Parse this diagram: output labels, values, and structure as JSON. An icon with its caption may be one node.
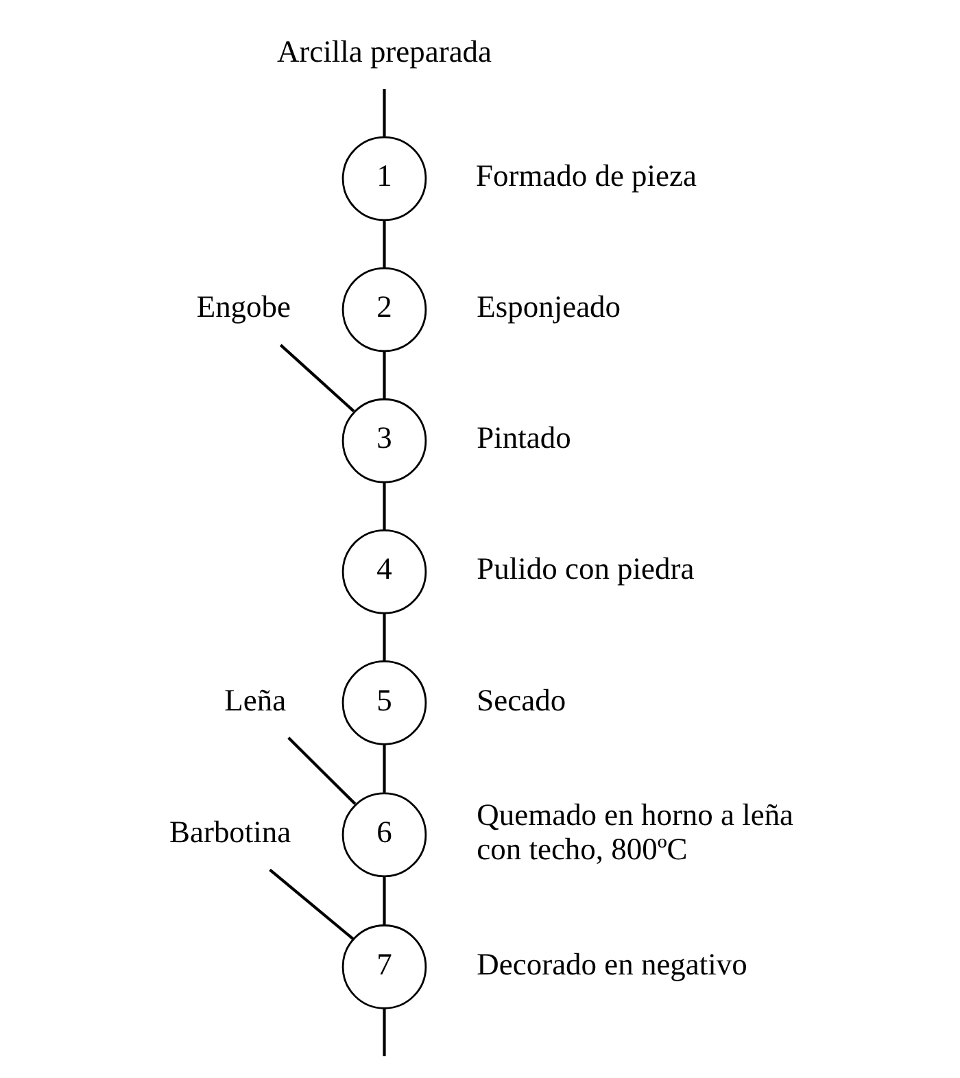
{
  "diagram": {
    "nodes": [
      {
        "text": [
          "Arcilla preparada"
        ]
      },
      {
        "text": [
          "1"
        ],
        "beside": [
          "Formado de pieza"
        ]
      },
      {
        "text": [
          "2"
        ],
        "beside": [
          "Esponjeado"
        ]
      },
      {
        "text": [
          "Engobe"
        ]
      },
      {
        "text": [
          "3"
        ],
        "beside": [
          "Pintado"
        ]
      },
      {
        "text": [
          "4"
        ],
        "beside": [
          "Pulido con piedra"
        ]
      },
      {
        "text": [
          "5"
        ],
        "beside": [
          "Secado"
        ]
      },
      {
        "text": [
          "Leña"
        ]
      },
      {
        "text": [
          "6"
        ],
        "beside": [
          "Quemado en horno a leña con techo, 800ºC"
        ]
      },
      {
        "text": [
          "Barbotina"
        ]
      },
      {
        "text": [
          "7"
        ],
        "beside": [
          "Decorado en negativo"
        ]
      }
    ],
    "edges": [
      {
        "from": 0,
        "to": 1,
        "arrow": "none"
      },
      {
        "from": 1,
        "to": 2,
        "arrow": "none"
      },
      {
        "from": 2,
        "to": 4,
        "arrow": "none"
      },
      {
        "from": 3,
        "to": 4,
        "arrow": "none"
      },
      {
        "from": 4,
        "to": 5,
        "arrow": "none"
      },
      {
        "from": 5,
        "to": 6,
        "arrow": "none"
      },
      {
        "from": 6,
        "to": 8,
        "arrow": "none"
      },
      {
        "from": 7,
        "to": 8,
        "arrow": "none"
      },
      {
        "from": 8,
        "to": 10,
        "arrow": "none"
      },
      {
        "from": 9,
        "to": 10,
        "arrow": "none"
      },
      {
        "from": 10,
        "to": null,
        "arrow": "none"
      }
    ]
  }
}
